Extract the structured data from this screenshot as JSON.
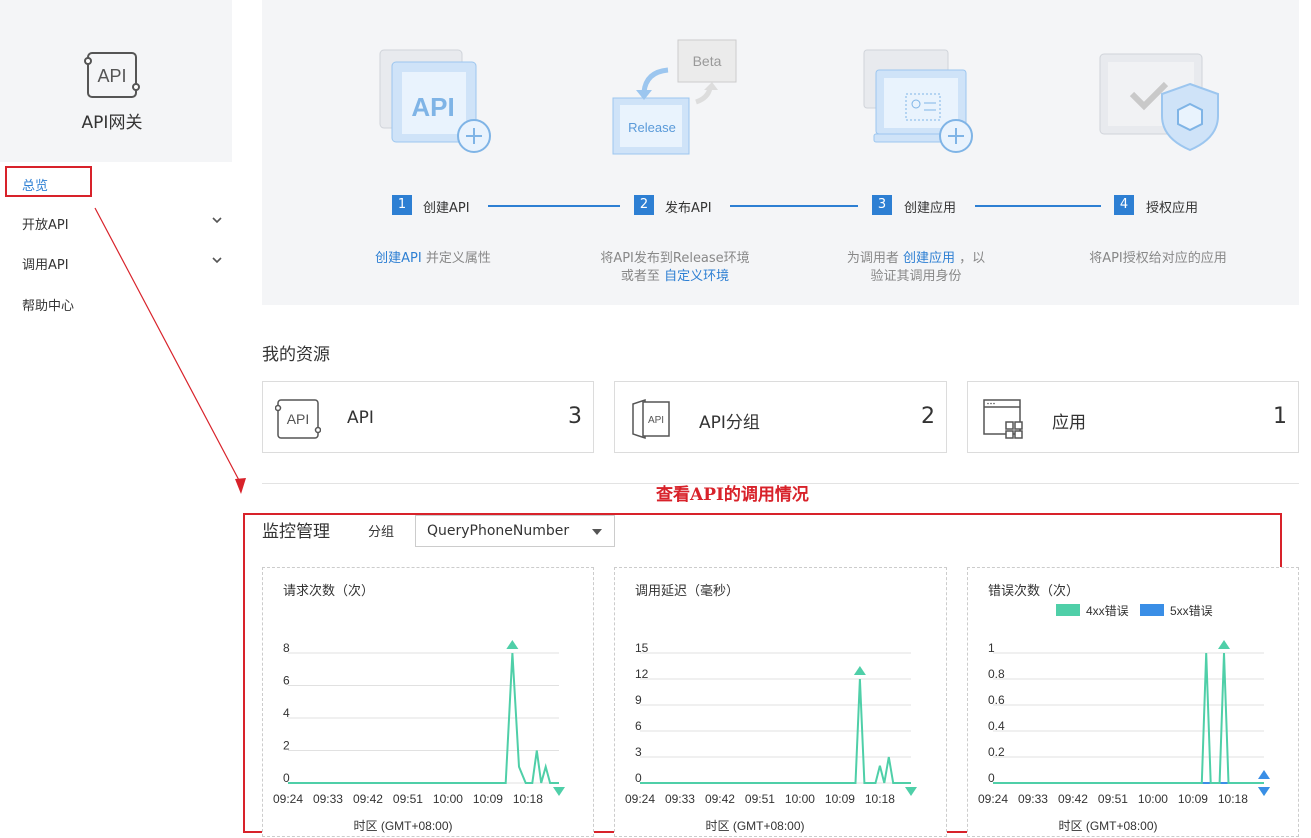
{
  "brand": {
    "logo_text": "API",
    "title": "API网关"
  },
  "sidebar": {
    "items": [
      {
        "label": "总览",
        "active": true
      },
      {
        "label": "开放API",
        "expandable": true
      },
      {
        "label": "调用API",
        "expandable": true
      },
      {
        "label": "帮助中心"
      }
    ]
  },
  "steps": [
    {
      "num": "1",
      "label": "创建API",
      "desc_link": "创建API",
      "desc_text": " 并定义属性"
    },
    {
      "num": "2",
      "label": "发布API",
      "desc_line1": "将API发布到Release环境",
      "desc_line2_prefix": "或者至 ",
      "desc_line2_link": "自定义环境"
    },
    {
      "num": "3",
      "label": "创建应用",
      "desc_line1_prefix": "为调用者 ",
      "desc_line1_link": "创建应用",
      "desc_line1_suffix": " ，以",
      "desc_line2": "验证其调用身份"
    },
    {
      "num": "4",
      "label": "授权应用",
      "desc": "将API授权给对应的应用"
    }
  ],
  "step_illustrations": {
    "api_tile_text": "API",
    "release_text": "Release",
    "beta_text": "Beta"
  },
  "resources": {
    "title": "我的资源",
    "cards": [
      {
        "name": "API",
        "count": "3",
        "icon": "api-icon",
        "icon_text": "API"
      },
      {
        "name": "API分组",
        "count": "2",
        "icon": "api-group-icon",
        "icon_text": "API"
      },
      {
        "name": "应用",
        "count": "1",
        "icon": "application-icon"
      }
    ]
  },
  "annotation": "查看API的调用情况",
  "monitor": {
    "title": "监控管理",
    "group_label": "分组",
    "group_value": "QueryPhoneNumber",
    "x_ticks": [
      "09:24",
      "09:33",
      "09:42",
      "09:51",
      "10:00",
      "10:09",
      "10:18"
    ],
    "timezone": "时区 (GMT+08:00)"
  },
  "colors": {
    "accent": "#2d7fd3",
    "series_4xx": "#4fcfa8",
    "series_5xx": "#3a8ee6",
    "annotation": "#d8222a"
  },
  "chart_data": [
    {
      "type": "line",
      "title": "请求次数（次）",
      "xlabel": "时区 (GMT+08:00)",
      "x_ticks": [
        "09:24",
        "09:33",
        "09:42",
        "09:51",
        "10:00",
        "10:09",
        "10:18"
      ],
      "y_ticks": [
        "0",
        "2",
        "4",
        "6",
        "8"
      ],
      "ylim": [
        0,
        8
      ],
      "series": [
        {
          "color": "#4fcfa8",
          "points": [
            [
              0,
              0
            ],
            [
              49,
              0
            ],
            [
              50.5,
              8
            ],
            [
              52,
              1
            ],
            [
              53.5,
              0
            ],
            [
              55,
              0
            ],
            [
              56,
              2
            ],
            [
              57,
              0
            ],
            [
              58,
              1
            ],
            [
              59,
              0
            ],
            [
              61,
              0
            ]
          ]
        }
      ],
      "max_marker": [
        50.5,
        8
      ],
      "min_marker": [
        61,
        0
      ]
    },
    {
      "type": "line",
      "title": "调用延迟（毫秒）",
      "xlabel": "时区 (GMT+08:00)",
      "x_ticks": [
        "09:24",
        "09:33",
        "09:42",
        "09:51",
        "10:00",
        "10:09",
        "10:18"
      ],
      "y_ticks": [
        "0",
        "3",
        "6",
        "9",
        "12",
        "15"
      ],
      "ylim": [
        0,
        15
      ],
      "series": [
        {
          "color": "#4fcfa8",
          "points": [
            [
              0,
              0
            ],
            [
              48.5,
              0
            ],
            [
              49.5,
              12
            ],
            [
              50.5,
              0
            ],
            [
              53,
              0
            ],
            [
              54,
              2
            ],
            [
              55,
              0
            ],
            [
              56,
              3
            ],
            [
              57,
              0
            ],
            [
              61,
              0
            ]
          ]
        }
      ],
      "max_marker": [
        49.5,
        12
      ],
      "min_marker": [
        61,
        0
      ]
    },
    {
      "type": "line",
      "title": "错误次数（次）",
      "xlabel": "时区 (GMT+08:00)",
      "x_ticks": [
        "09:24",
        "09:33",
        "09:42",
        "09:51",
        "10:00",
        "10:09",
        "10:18"
      ],
      "y_ticks": [
        "0",
        "0.2",
        "0.4",
        "0.6",
        "0.8",
        "1"
      ],
      "ylim": [
        0,
        1
      ],
      "legend": [
        {
          "name": "4xx错误",
          "color": "#4fcfa8"
        },
        {
          "name": "5xx错误",
          "color": "#3a8ee6"
        }
      ],
      "series": [
        {
          "name": "4xx错误",
          "color": "#4fcfa8",
          "points": [
            [
              0,
              0
            ],
            [
              47,
              0
            ],
            [
              48,
              1
            ],
            [
              49,
              0
            ],
            [
              51,
              0
            ],
            [
              52,
              1
            ],
            [
              53,
              0
            ],
            [
              61,
              0
            ]
          ]
        },
        {
          "name": "5xx错误",
          "color": "#3a8ee6",
          "points": [
            [
              0,
              0
            ],
            [
              61,
              0
            ]
          ]
        }
      ],
      "max_marker": [
        52,
        1
      ],
      "min_marker": [
        61,
        0
      ],
      "extra_marker_5xx": [
        61,
        0
      ]
    }
  ]
}
